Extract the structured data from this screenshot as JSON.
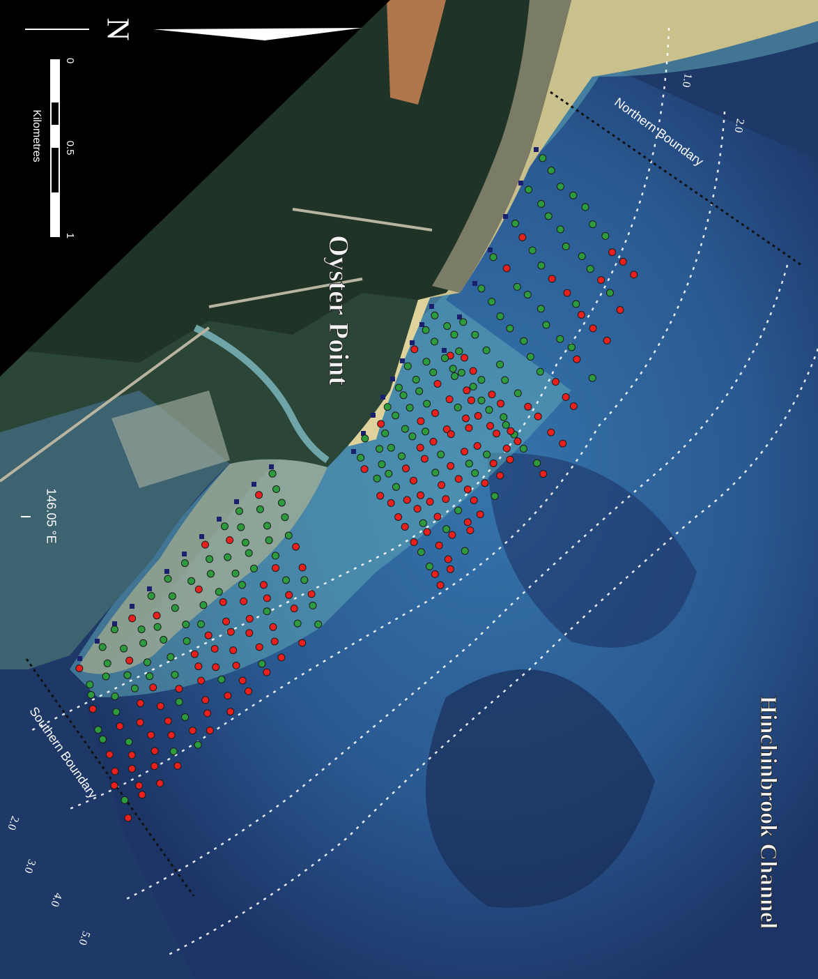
{
  "map": {
    "place_label": "Oyster Point",
    "channel_label": "Hinchinbrook Channel",
    "northern_boundary_label": "Northern Boundary",
    "southern_boundary_label": "Southern Boundary",
    "longitude_label": "146.05 °E",
    "north_arrow_label": "N",
    "scale_bar": {
      "unit_label": "Kilometres",
      "ticks": [
        "0",
        "0.5",
        "1"
      ]
    },
    "depth_contours": {
      "north": [
        "1.0",
        "2.0"
      ],
      "south": [
        "2.0",
        "3.0",
        "4.0",
        "5.0"
      ]
    },
    "colors": {
      "site_red": "#e8201e",
      "site_green": "#2e9a3e",
      "boundary_marker": "#1a1f6e",
      "contour": "#ffffff",
      "boundary_line": "#111111"
    }
  }
}
